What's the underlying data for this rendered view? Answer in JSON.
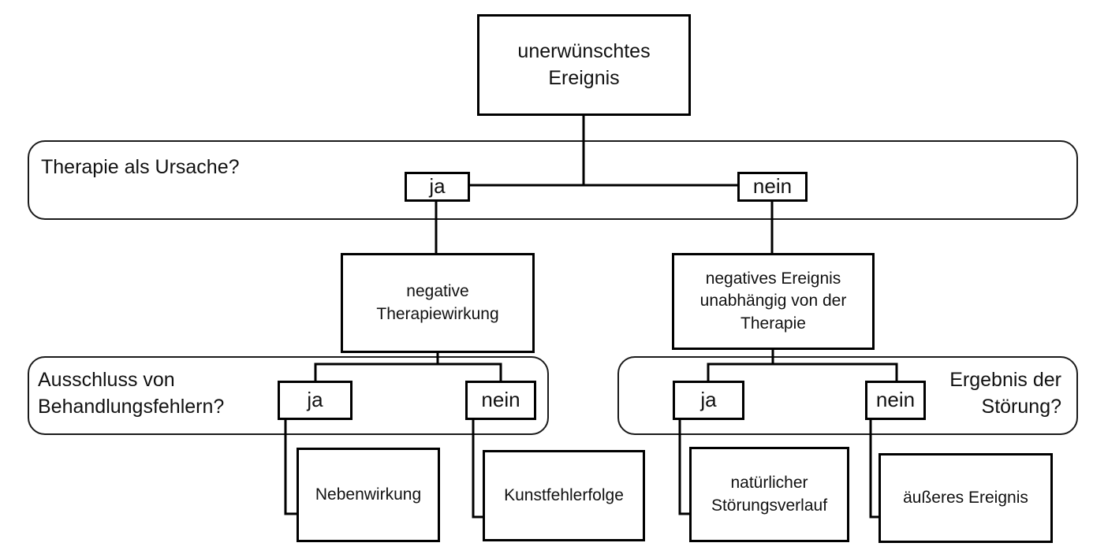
{
  "root": {
    "label": "unerwünschtes\nEreignis"
  },
  "level1": {
    "question": "Therapie als Ursache?",
    "yes": "ja",
    "no": "nein"
  },
  "outcome_yes": {
    "label": "negative\nTherapiewirkung"
  },
  "outcome_no": {
    "label": "negatives Ereignis\nunabhängig von der\nTherapie"
  },
  "left_branch": {
    "question": "Ausschluss von\nBehandlungsfehlern?",
    "yes": "ja",
    "no": "nein",
    "result_yes": "Nebenwirkung",
    "result_no": "Kunstfehlerfolge"
  },
  "right_branch": {
    "question": "Ergebnis der\nStörung?",
    "yes": "ja",
    "no": "nein",
    "result_yes": "natürlicher\nStörungsverlauf",
    "result_no": "äußeres Ereignis"
  }
}
